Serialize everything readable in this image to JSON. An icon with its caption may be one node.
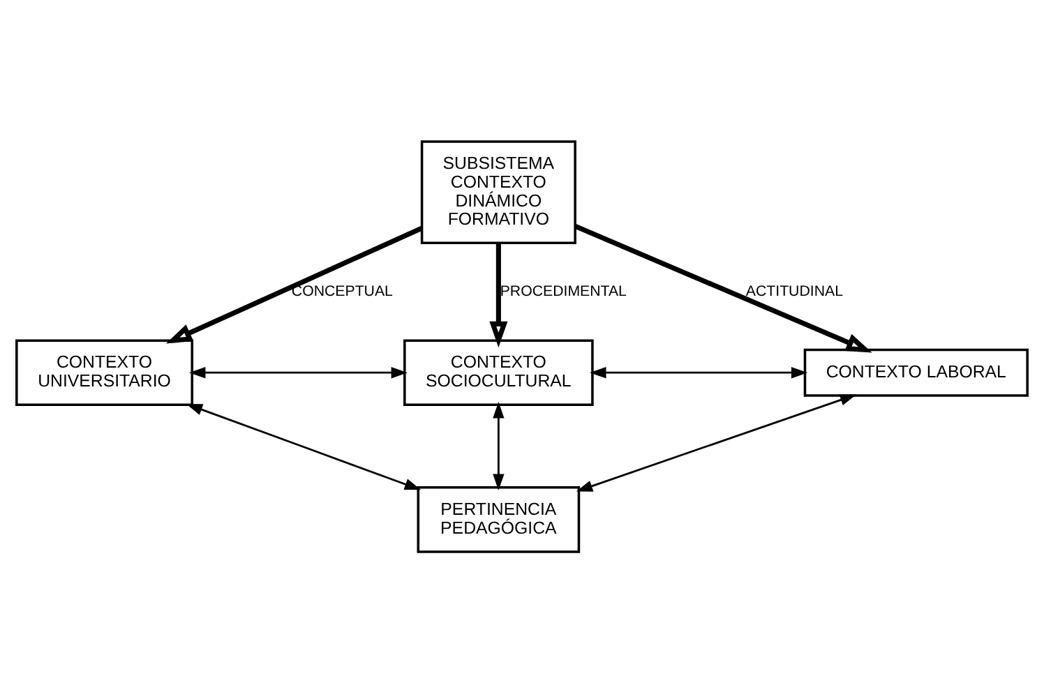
{
  "diagram": {
    "nodes": [
      {
        "text": [
          "SUBSISTEMA CONTEXTO DINÁMICO FORMATIVO"
        ]
      },
      {
        "text": [
          "CONTEXTO UNIVERSITARIO"
        ]
      },
      {
        "text": [
          "CONTEXTO SOCIOCULTURAL"
        ]
      },
      {
        "text": [
          "CONTEXTO LABORAL"
        ]
      },
      {
        "text": [
          "PERTINENCIA PEDAGÓGICA"
        ]
      }
    ],
    "edges": [
      {
        "from": 0,
        "to": 1,
        "arrow": "to",
        "label": "CONCEPTUAL",
        "style": "thick"
      },
      {
        "from": 0,
        "to": 2,
        "arrow": "to",
        "label": "PROCEDIMENTAL",
        "style": "thick"
      },
      {
        "from": 0,
        "to": 3,
        "arrow": "to",
        "label": "ACTITUDINAL",
        "style": "thick"
      },
      {
        "from": 1,
        "to": 2,
        "arrow": "both"
      },
      {
        "from": 2,
        "to": 3,
        "arrow": "both"
      },
      {
        "from": 1,
        "to": 4,
        "arrow": "both"
      },
      {
        "from": 2,
        "to": 4,
        "arrow": "both"
      },
      {
        "from": 3,
        "to": 4,
        "arrow": "both"
      }
    ]
  }
}
